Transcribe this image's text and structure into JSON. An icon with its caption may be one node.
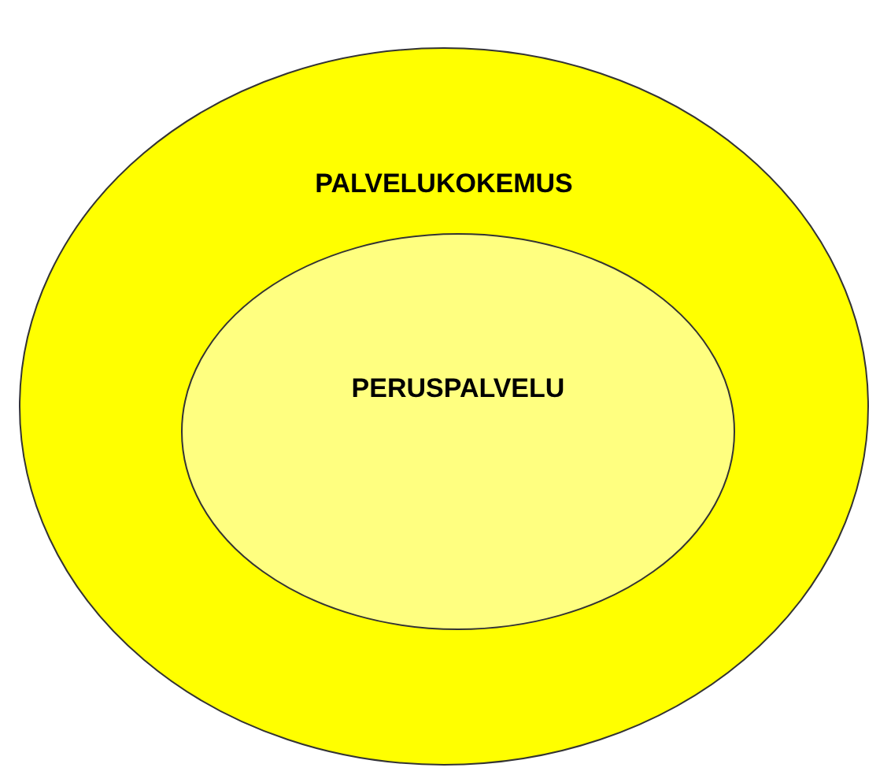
{
  "diagram": {
    "nodes": [
      {
        "text": [
          "PALVELUKOKEMUS"
        ]
      },
      {
        "text": [
          "PERUSPALVELU"
        ],
        "in": 0
      }
    ]
  }
}
